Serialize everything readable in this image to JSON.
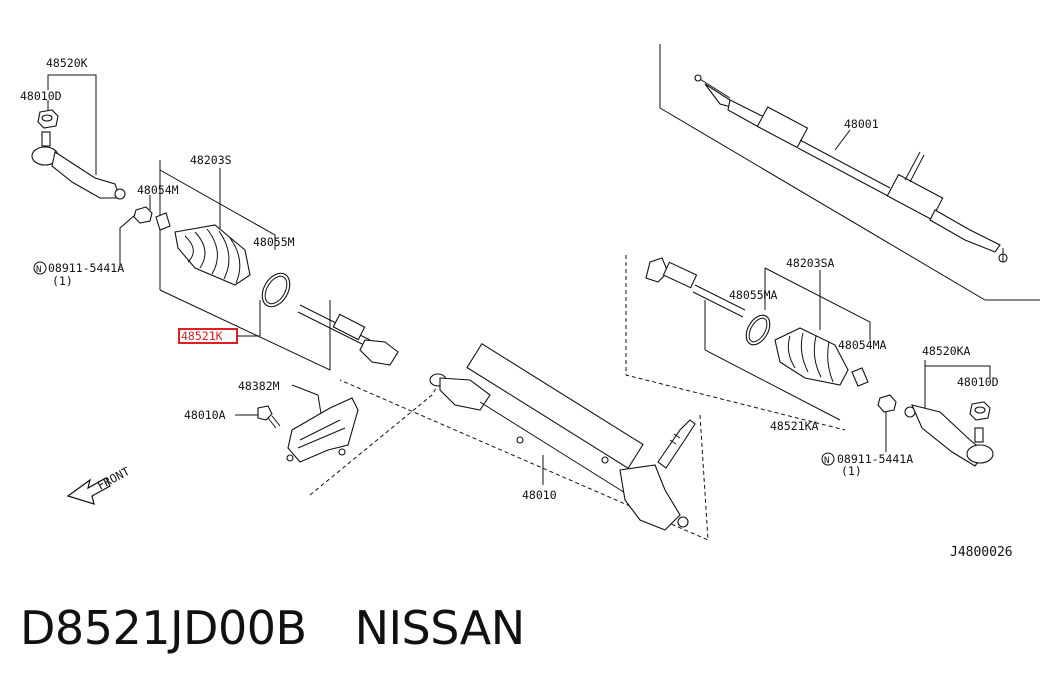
{
  "labels": {
    "p48520K": "48520K",
    "p48010D_l": "48010D",
    "p48203S": "48203S",
    "p48054M": "48054M",
    "p48055M": "48055M",
    "p08911_l": "08911-5441A",
    "p08911_l_qty": "(1)",
    "p48521K": "48521K",
    "p48382M": "48382M",
    "p48010A": "48010A",
    "front": "FRONT",
    "p48001": "48001",
    "p48203SA": "48203SA",
    "p48055MA": "48055MA",
    "p48054MA": "48054MA",
    "p48520KA": "48520KA",
    "p48010D_r": "48010D",
    "p48521KA": "48521KA",
    "p08911_r": "08911-5441A",
    "p08911_r_qty": "(1)",
    "p48010": "48010",
    "diagram_id": "J4800026",
    "circle_n": "N"
  },
  "highlight_color": "#e02020",
  "caption": {
    "part_number": "D8521JD00B",
    "brand": "NISSAN"
  }
}
